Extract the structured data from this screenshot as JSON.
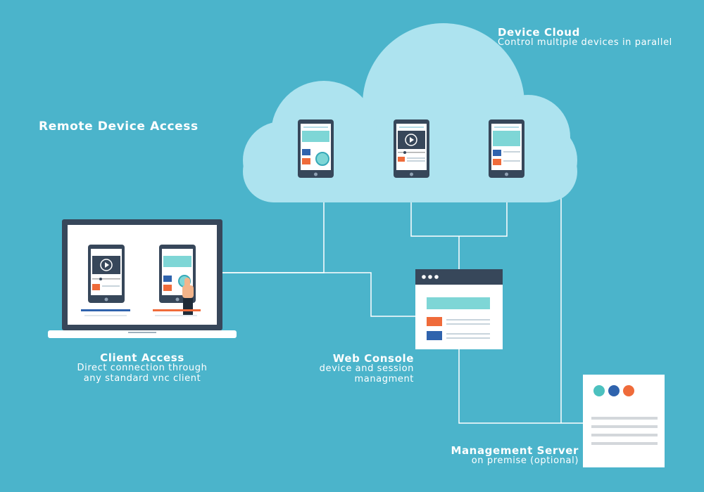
{
  "heading": "Remote Device Access",
  "device_cloud": {
    "title": "Device Cloud",
    "subtitle": "Control multiple devices in parallel"
  },
  "client_access": {
    "title": "Client Access",
    "line1": "Direct connection through",
    "line2": "any standard vnc client"
  },
  "web_console": {
    "title": "Web Console",
    "line1": "device and session",
    "line2": "managment"
  },
  "management_server": {
    "title": "Management Server",
    "subtitle": "on premise (optional)"
  },
  "colors": {
    "background": "#4bb4cb",
    "cloud": "#ade3ef",
    "device_frame": "#37475a",
    "screen_accent": "#7ed6d6",
    "orange": "#ef6b3a",
    "blue": "#2f63ad",
    "connector": "#ffffff"
  },
  "icons": [
    "cloud-icon",
    "phone-icon",
    "laptop-icon",
    "browser-window-icon",
    "server-icon",
    "play-icon",
    "touch-hand-icon"
  ]
}
